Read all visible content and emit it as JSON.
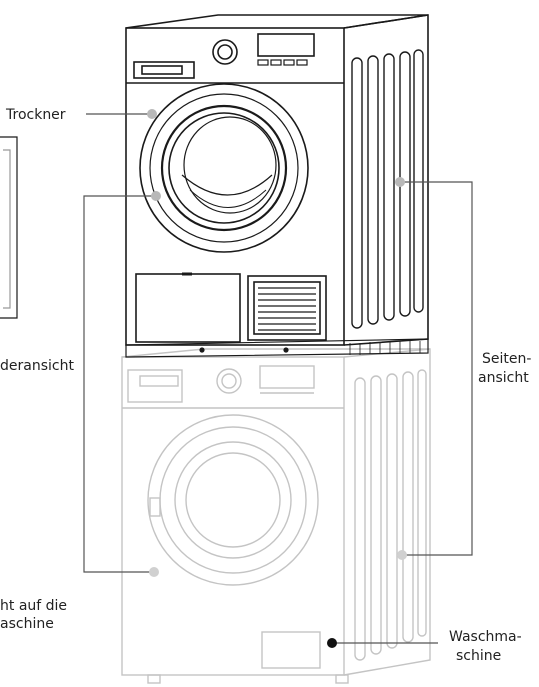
{
  "labels": {
    "dryer": "Trockner",
    "front_view": "deransicht",
    "side_view_line1": "Seiten-",
    "side_view_line2": "ansicht",
    "washer_front_line1": "ht auf die",
    "washer_front_line2": "aschine",
    "washer_line1": "Waschma-",
    "washer_line2": "schine"
  },
  "colors": {
    "dryer_outline": "#1a1a1a",
    "washer_outline": "#c4c4c4",
    "leader": "#555555"
  }
}
